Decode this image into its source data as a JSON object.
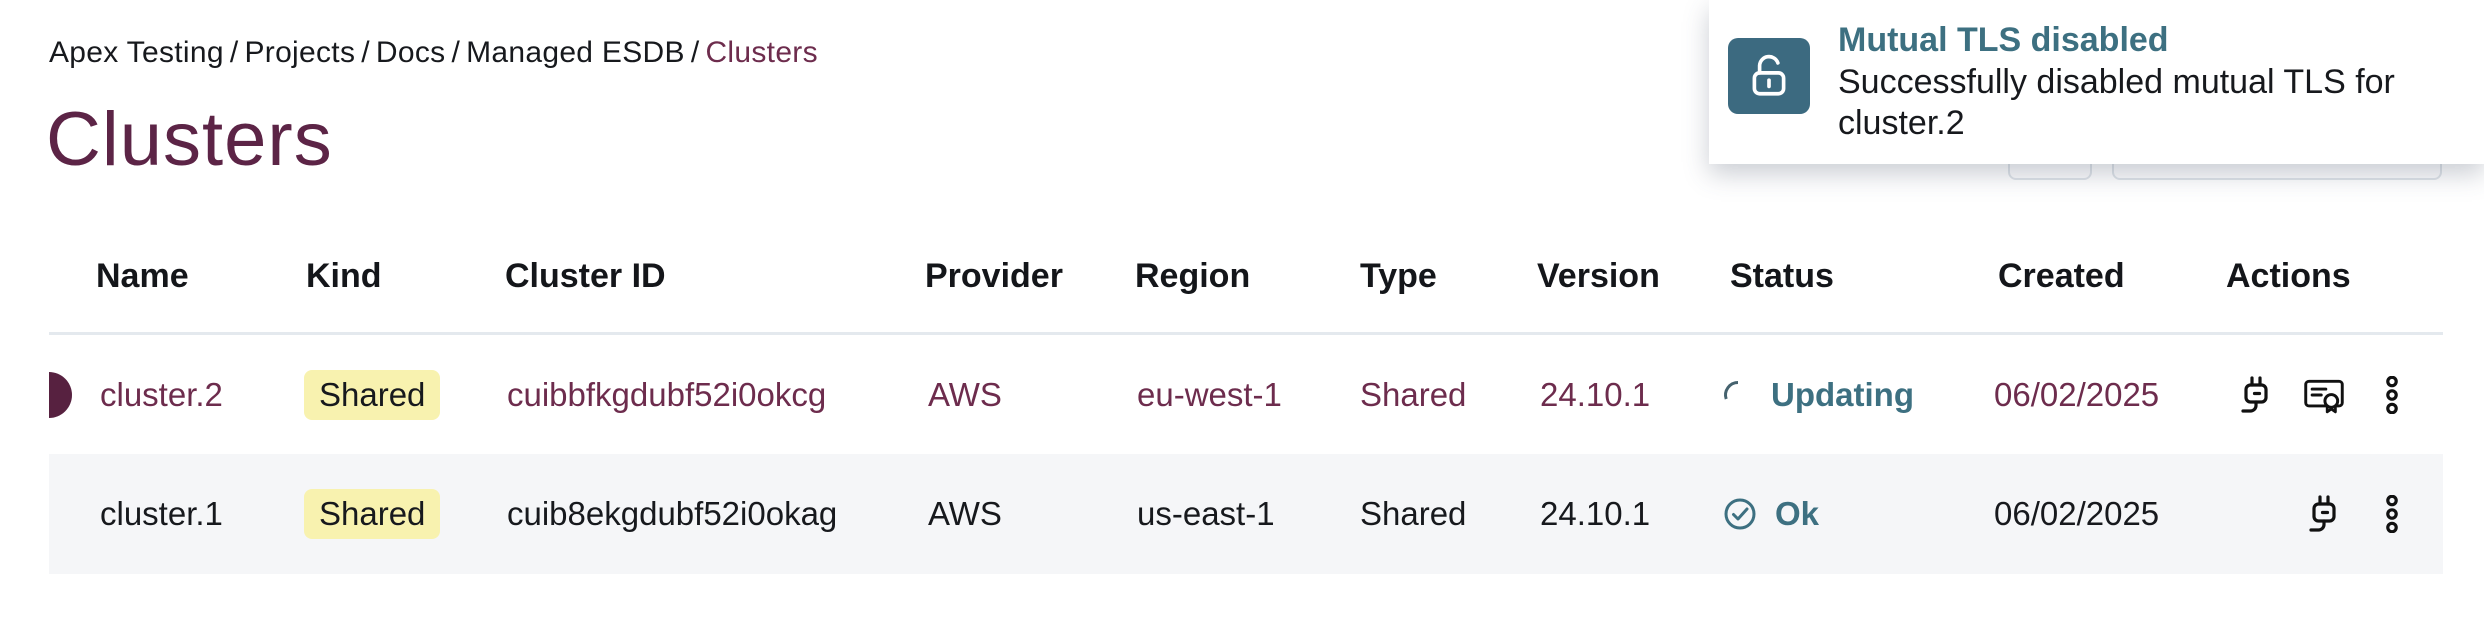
{
  "breadcrumb": {
    "separator": "/",
    "items": [
      "Apex Testing",
      "Projects",
      "Docs",
      "Managed ESDB",
      "Clusters"
    ]
  },
  "page": {
    "title": "Clusters"
  },
  "toast": {
    "title": "Mutual TLS disabled",
    "message": "Successfully disabled mutual TLS for cluster.2",
    "icon": "unlock-icon"
  },
  "toolbar": {
    "refresh_icon": "refresh-icon",
    "create_button_caret_icon": "chevron-down-icon"
  },
  "table": {
    "columns": [
      "Name",
      "Kind",
      "Cluster ID",
      "Provider",
      "Region",
      "Type",
      "Version",
      "Status",
      "Created",
      "Actions"
    ],
    "rows": [
      {
        "name": "cluster.2",
        "kind": "Shared",
        "cluster_id": "cuibbfkgdubf52i0okcg",
        "provider": "AWS",
        "region": "eu-west-1",
        "type": "Shared",
        "version": "24.10.1",
        "status": "Updating",
        "status_state": "updating",
        "status_icon": "spinner-icon",
        "created": "06/02/2025",
        "selected": true,
        "action_icons": [
          "connect-plug-icon",
          "certificate-icon",
          "kebab-menu-icon"
        ]
      },
      {
        "name": "cluster.1",
        "kind": "Shared",
        "cluster_id": "cuib8ekgdubf52i0okag",
        "provider": "AWS",
        "region": "us-east-1",
        "type": "Shared",
        "version": "24.10.1",
        "status": "Ok",
        "status_state": "ok",
        "status_icon": "check-circle-icon",
        "created": "06/02/2025",
        "selected": false,
        "action_icons": [
          "connect-plug-icon",
          "kebab-menu-icon"
        ]
      }
    ]
  },
  "colors": {
    "accent_plum": "#5c2446",
    "link_plum": "#6d2c4d",
    "status_teal": "#3d7081",
    "toast_tile_teal": "#3c6a80",
    "badge_yellow": "#f8f2af",
    "alt_row_bg": "#f5f6f8",
    "header_border": "#e4e9ee"
  }
}
